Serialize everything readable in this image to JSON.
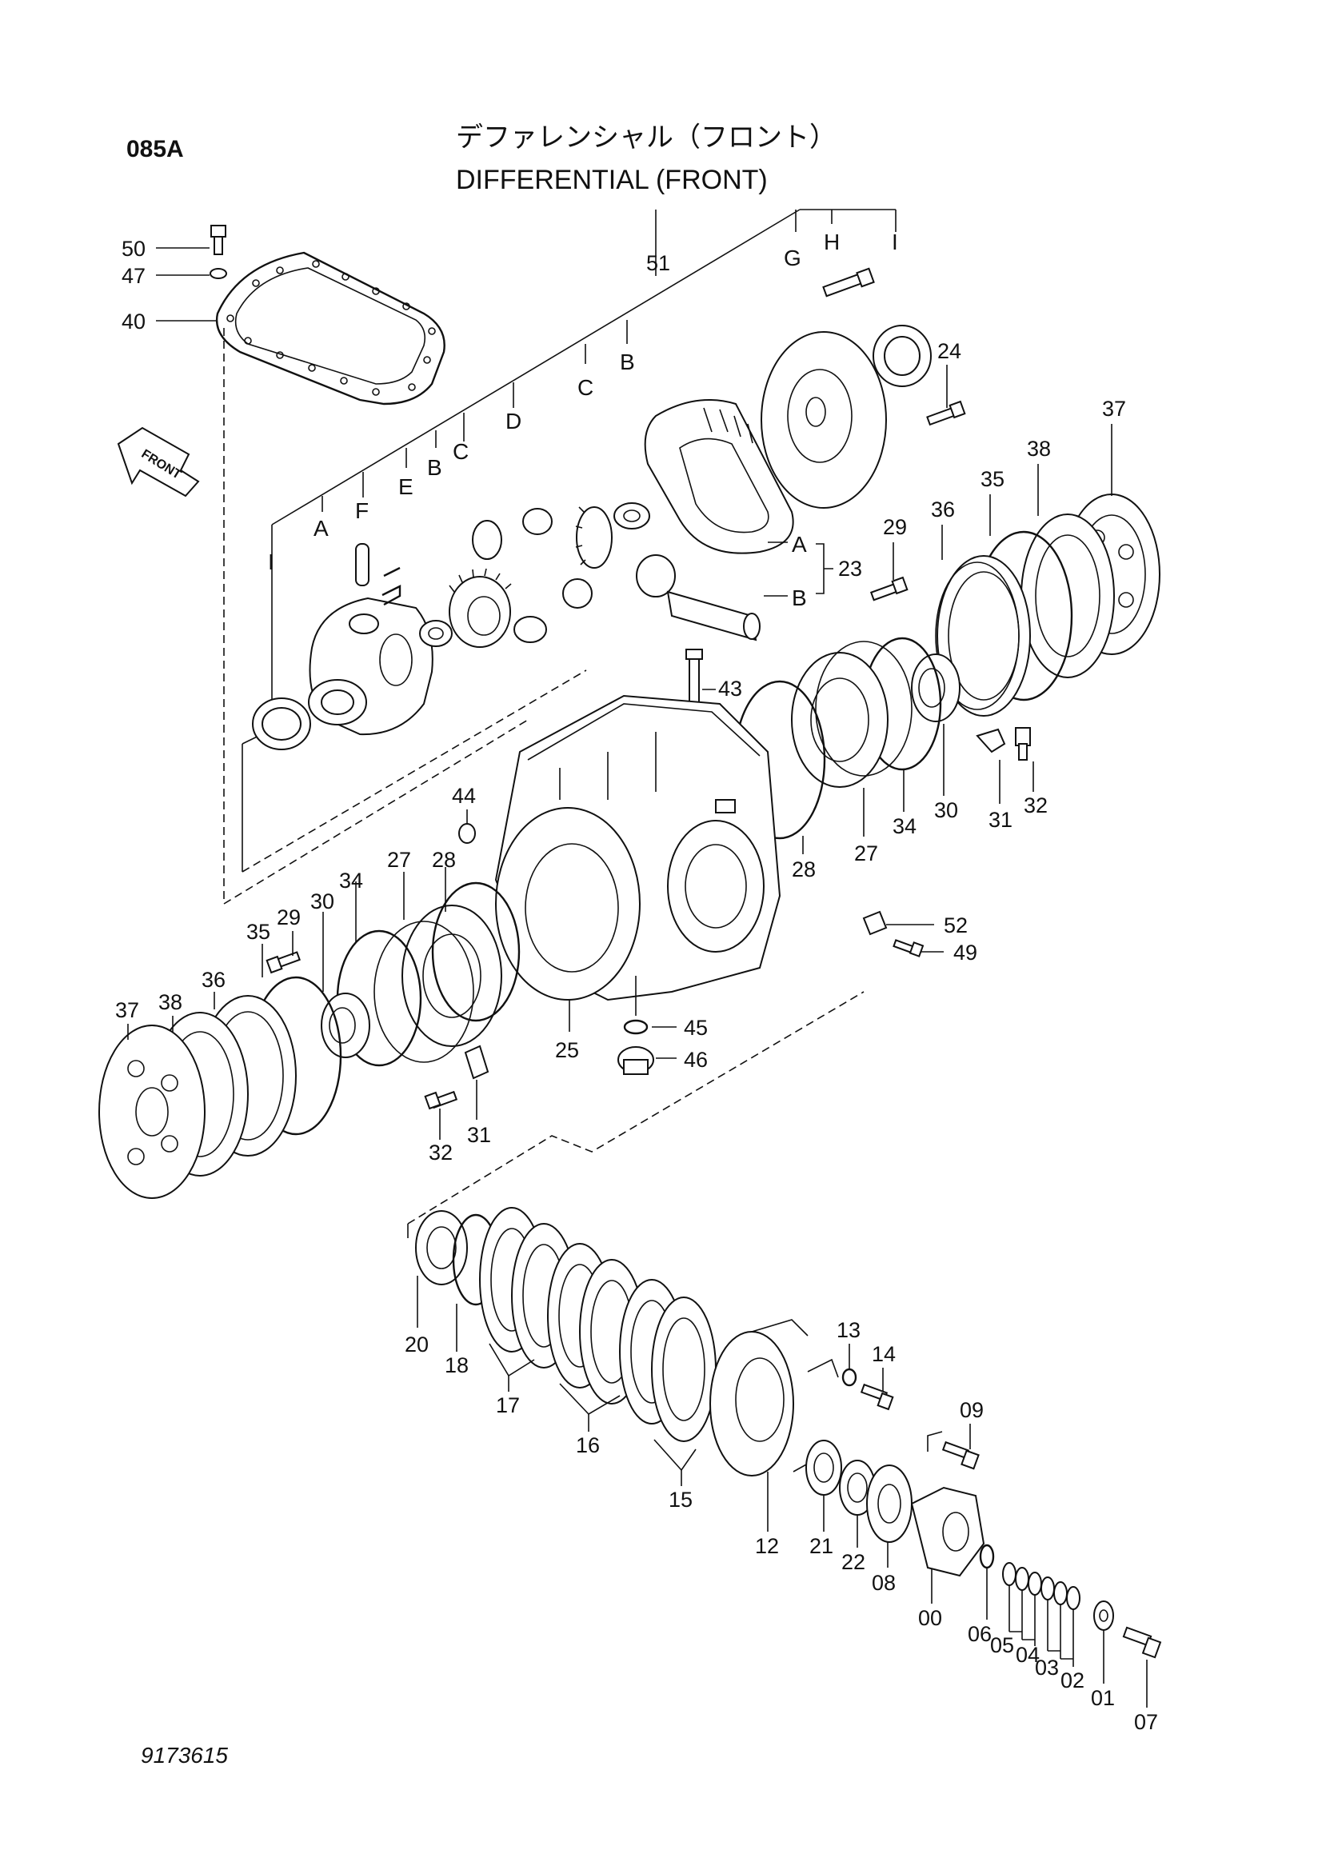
{
  "header": {
    "page_code": "085A",
    "title_jp": "デファレンシャル（フロント）",
    "title_en": "DIFFERENTIAL (FRONT)"
  },
  "front_arrow": {
    "label": "FRONT"
  },
  "drawing_number": "9173615",
  "part_callouts": {
    "p50": "50",
    "p47": "47",
    "p40": "40",
    "p51": "51",
    "p24": "24",
    "p37_right": "37",
    "p38_right": "38",
    "p35_right": "35",
    "p36_right": "36",
    "p29_right": "29",
    "p23": "23",
    "p43": "43",
    "p44": "44",
    "p28_right": "28",
    "p27_right": "27",
    "p34_right": "34",
    "p30_right": "30",
    "p31_right": "31",
    "p32_right": "32",
    "p52": "52",
    "p49": "49",
    "p27_left": "27",
    "p28_left": "28",
    "p34_left": "34",
    "p30_left": "30",
    "p29_left": "29",
    "p35_left": "35",
    "p36_left": "36",
    "p38_left": "38",
    "p37_left": "37",
    "p25": "25",
    "p45": "45",
    "p46": "46",
    "p31_left": "31",
    "p32_left": "32",
    "p20": "20",
    "p18": "18",
    "p17": "17",
    "p16": "16",
    "p15": "15",
    "p13": "13",
    "p14": "14",
    "p09": "09",
    "p12": "12",
    "p21": "21",
    "p22": "22",
    "p08": "08",
    "p00": "00",
    "p06": "06",
    "p05": "05",
    "p04": "04",
    "p03": "03",
    "p02": "02",
    "p01": "01",
    "p07": "07"
  },
  "subassembly_letters": {
    "A_case": "A",
    "F_pin": "F",
    "E_lock": "E",
    "B_washer_left": "B",
    "C_side_gear": "C",
    "D_pinions": "D",
    "C_side_gear_right": "C",
    "B_washer_right": "B",
    "G_ring_gear": "G",
    "H_bolt": "H",
    "I_bearing_right": "I",
    "I_bearing_left": "I",
    "A_ring_set": "A",
    "B_pinion_set": "B"
  }
}
